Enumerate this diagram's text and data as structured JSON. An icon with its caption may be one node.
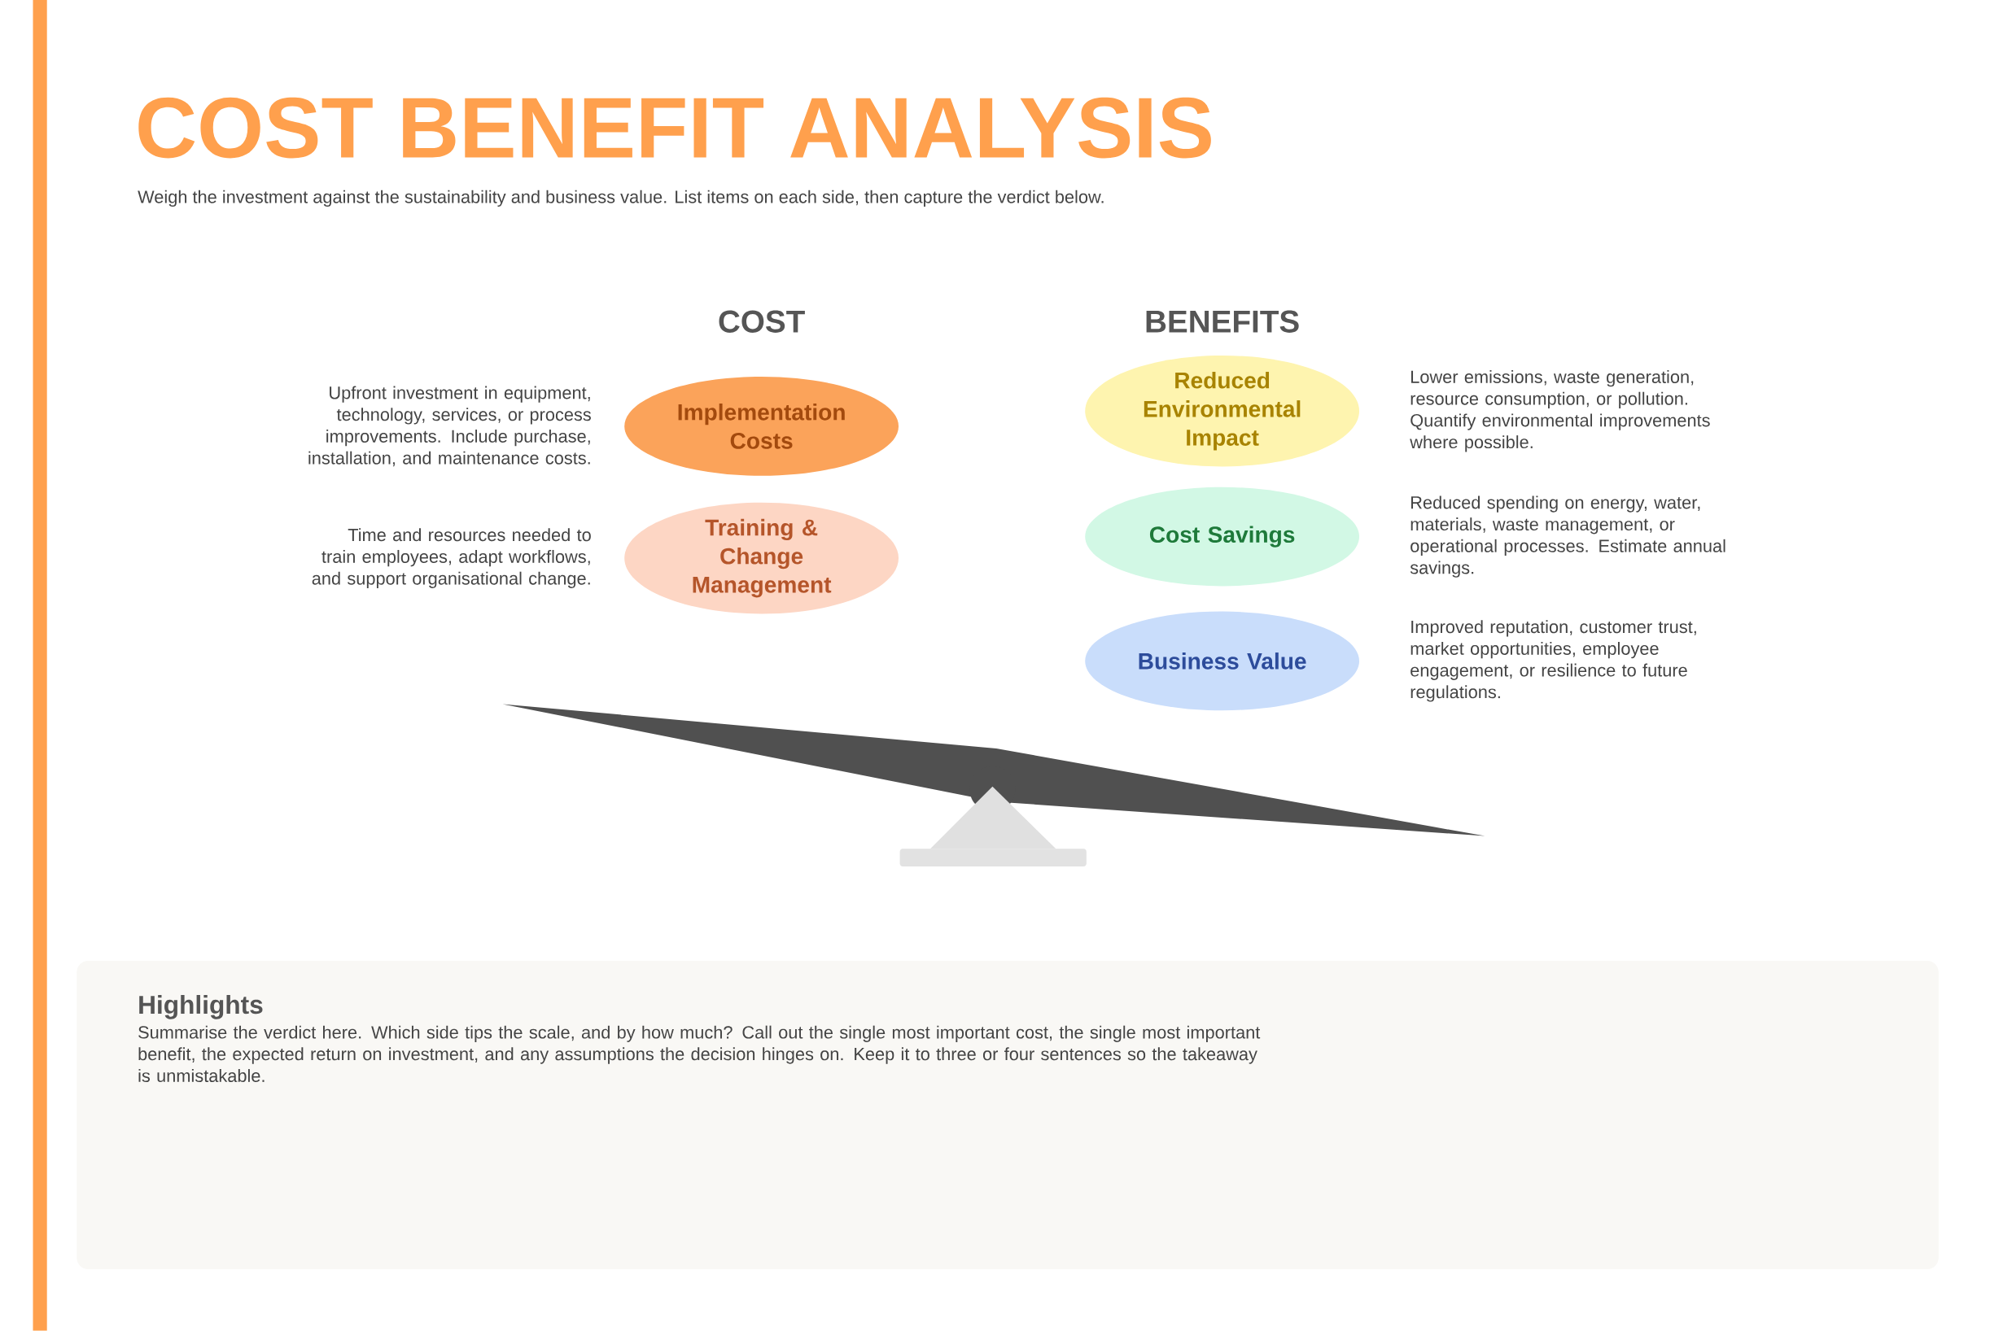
{
  "diagram": {
    "title": "COST BENEFIT ANALYSIS",
    "nodes": [
      {
        "text": [
          "Implementation Costs"
        ],
        "beside": [
          "Upfront investment in equipment, technology, services, or process improvements. Include purchase, installation, and maintenance costs."
        ]
      },
      {
        "text": [
          "Training & Change Management"
        ],
        "beside": [
          "Time and resources needed to train employees, adapt workflows, and support organisational change."
        ]
      },
      {
        "text": [
          "Reduced Environmental Impact"
        ],
        "beside": [
          "Lower emissions, waste generation, resource consumption, or pollution. Quantify environmental improvements where possible."
        ]
      },
      {
        "text": [
          "Cost Savings"
        ],
        "beside": [
          "Reduced spending on energy, water, materials, waste management, or operational processes. Estimate annual savings."
        ]
      },
      {
        "text": [
          "Business Value"
        ],
        "beside": [
          "Improved reputation, customer trust, market opportunities, employee engagement, or resilience to future regulations."
        ]
      },
      {
        "text": [
          "Highlights",
          "Summarise the verdict here. Which side tips the scale, and by how much? Call out the single most important cost, the single most important benefit, the expected return on investment, and any assumptions the decision hinges on. Keep it to three or four sentences so the takeaway is unmistakable."
        ]
      }
    ],
    "edges": [],
    "labels": [
      "Weigh the investment against the sustainability and business value. List items on each side, then capture the verdict below.",
      "COST",
      "BENEFITS"
    ]
  }
}
